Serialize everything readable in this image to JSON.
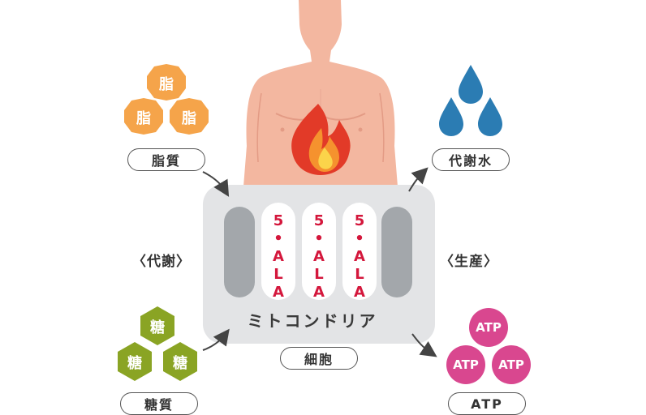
{
  "body_label": "",
  "mitochondria_label": "ミトコンドリア",
  "ala_labels": [
    "5-ALA",
    "5-ALA",
    "5-ALA"
  ],
  "cell_label": "細胞",
  "metabolism_label": "〈代謝〉",
  "production_label": "〈生産〉",
  "fat": {
    "label": "脂質",
    "badge": "脂",
    "color": "#f5a44a"
  },
  "water": {
    "label": "代謝水",
    "color": "#2b7cb3"
  },
  "sugar": {
    "label": "糖質",
    "badge": "糖",
    "color": "#8aa424"
  },
  "atp": {
    "label": "ATP",
    "badge": "ATP",
    "color": "#d9478f"
  },
  "colors": {
    "skin": "#f3b7a0",
    "mito_fill": "#e3e4e6",
    "mito_stroke": "#8b8f94",
    "ala_red": "#d4173c"
  }
}
